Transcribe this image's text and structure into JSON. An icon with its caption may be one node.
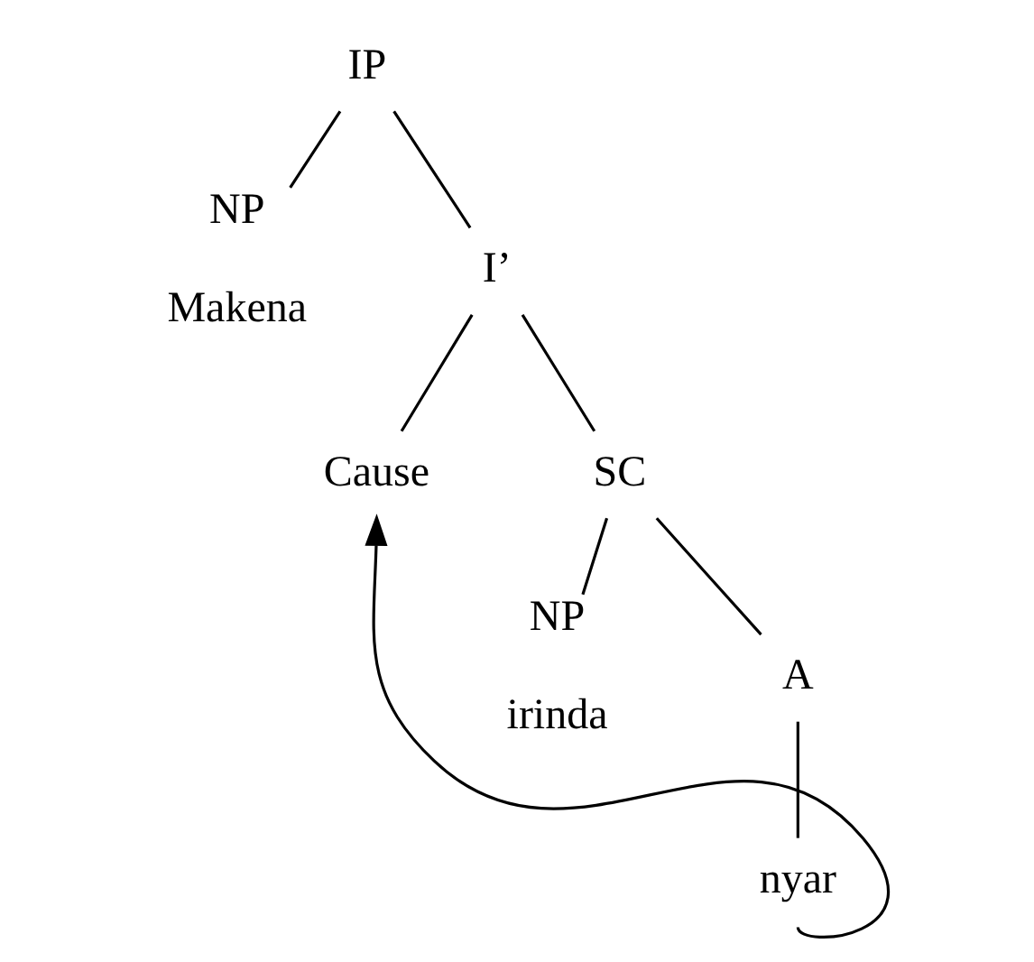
{
  "diagram": {
    "nodes": [
      {
        "text": [
          "IP"
        ]
      },
      {
        "text": [
          "NP"
        ],
        "beside": [
          "Makena"
        ]
      },
      {
        "text": [
          "I’"
        ]
      },
      {
        "text": [
          "Cause"
        ]
      },
      {
        "text": [
          "SC"
        ]
      },
      {
        "text": [
          "NP"
        ],
        "beside": [
          "irinda"
        ]
      },
      {
        "text": [
          "A"
        ]
      },
      {
        "text": [
          "nyar"
        ]
      }
    ],
    "edges": [
      {
        "from": 0,
        "to": 1,
        "arrow": "none"
      },
      {
        "from": 0,
        "to": 2,
        "arrow": "none"
      },
      {
        "from": 2,
        "to": 3,
        "arrow": "none"
      },
      {
        "from": 2,
        "to": 4,
        "arrow": "none"
      },
      {
        "from": 4,
        "to": 5,
        "arrow": "none"
      },
      {
        "from": 4,
        "to": 6,
        "arrow": "none"
      },
      {
        "from": 6,
        "to": 7,
        "arrow": "none"
      },
      {
        "from": 7,
        "to": 3,
        "arrow": "to"
      }
    ]
  }
}
